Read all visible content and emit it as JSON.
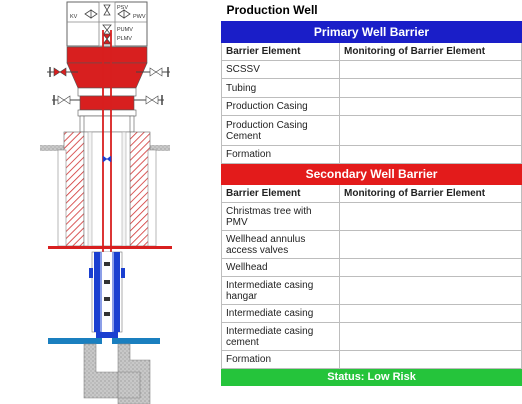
{
  "diagram": {
    "valve_labels": {
      "kv": "KV",
      "psv": "PSV",
      "pwv": "PWV",
      "pumv": "PUMV",
      "plmv": "PLMV"
    }
  },
  "table": {
    "title": "Production Well",
    "primary": {
      "heading": "Primary Well Barrier",
      "col_element": "Barrier Element",
      "col_monitoring": "Monitoring of Barrier Element",
      "rows": [
        {
          "element": "SCSSV",
          "monitoring": ""
        },
        {
          "element": "Tubing",
          "monitoring": ""
        },
        {
          "element": "Production Casing",
          "monitoring": ""
        },
        {
          "element": "Production Casing Cement",
          "monitoring": ""
        },
        {
          "element": "Formation",
          "monitoring": ""
        }
      ]
    },
    "secondary": {
      "heading": "Secondary Well Barrier",
      "col_element": "Barrier Element",
      "col_monitoring": "Monitoring of Barrier Element",
      "rows": [
        {
          "element": "Christmas tree with PMV",
          "monitoring": ""
        },
        {
          "element": "Wellhead annulus access valves",
          "monitoring": ""
        },
        {
          "element": "Wellhead",
          "monitoring": ""
        },
        {
          "element": "Intermediate casing hangar",
          "monitoring": ""
        },
        {
          "element": "Intermediate casing",
          "monitoring": ""
        },
        {
          "element": "Intermediate casing cement",
          "monitoring": ""
        },
        {
          "element": "Formation",
          "monitoring": ""
        }
      ]
    },
    "status": "Status: Low Risk"
  },
  "colors": {
    "primary": "#1a1ec8",
    "secondary": "#e31b1b",
    "status": "#25c43b"
  }
}
